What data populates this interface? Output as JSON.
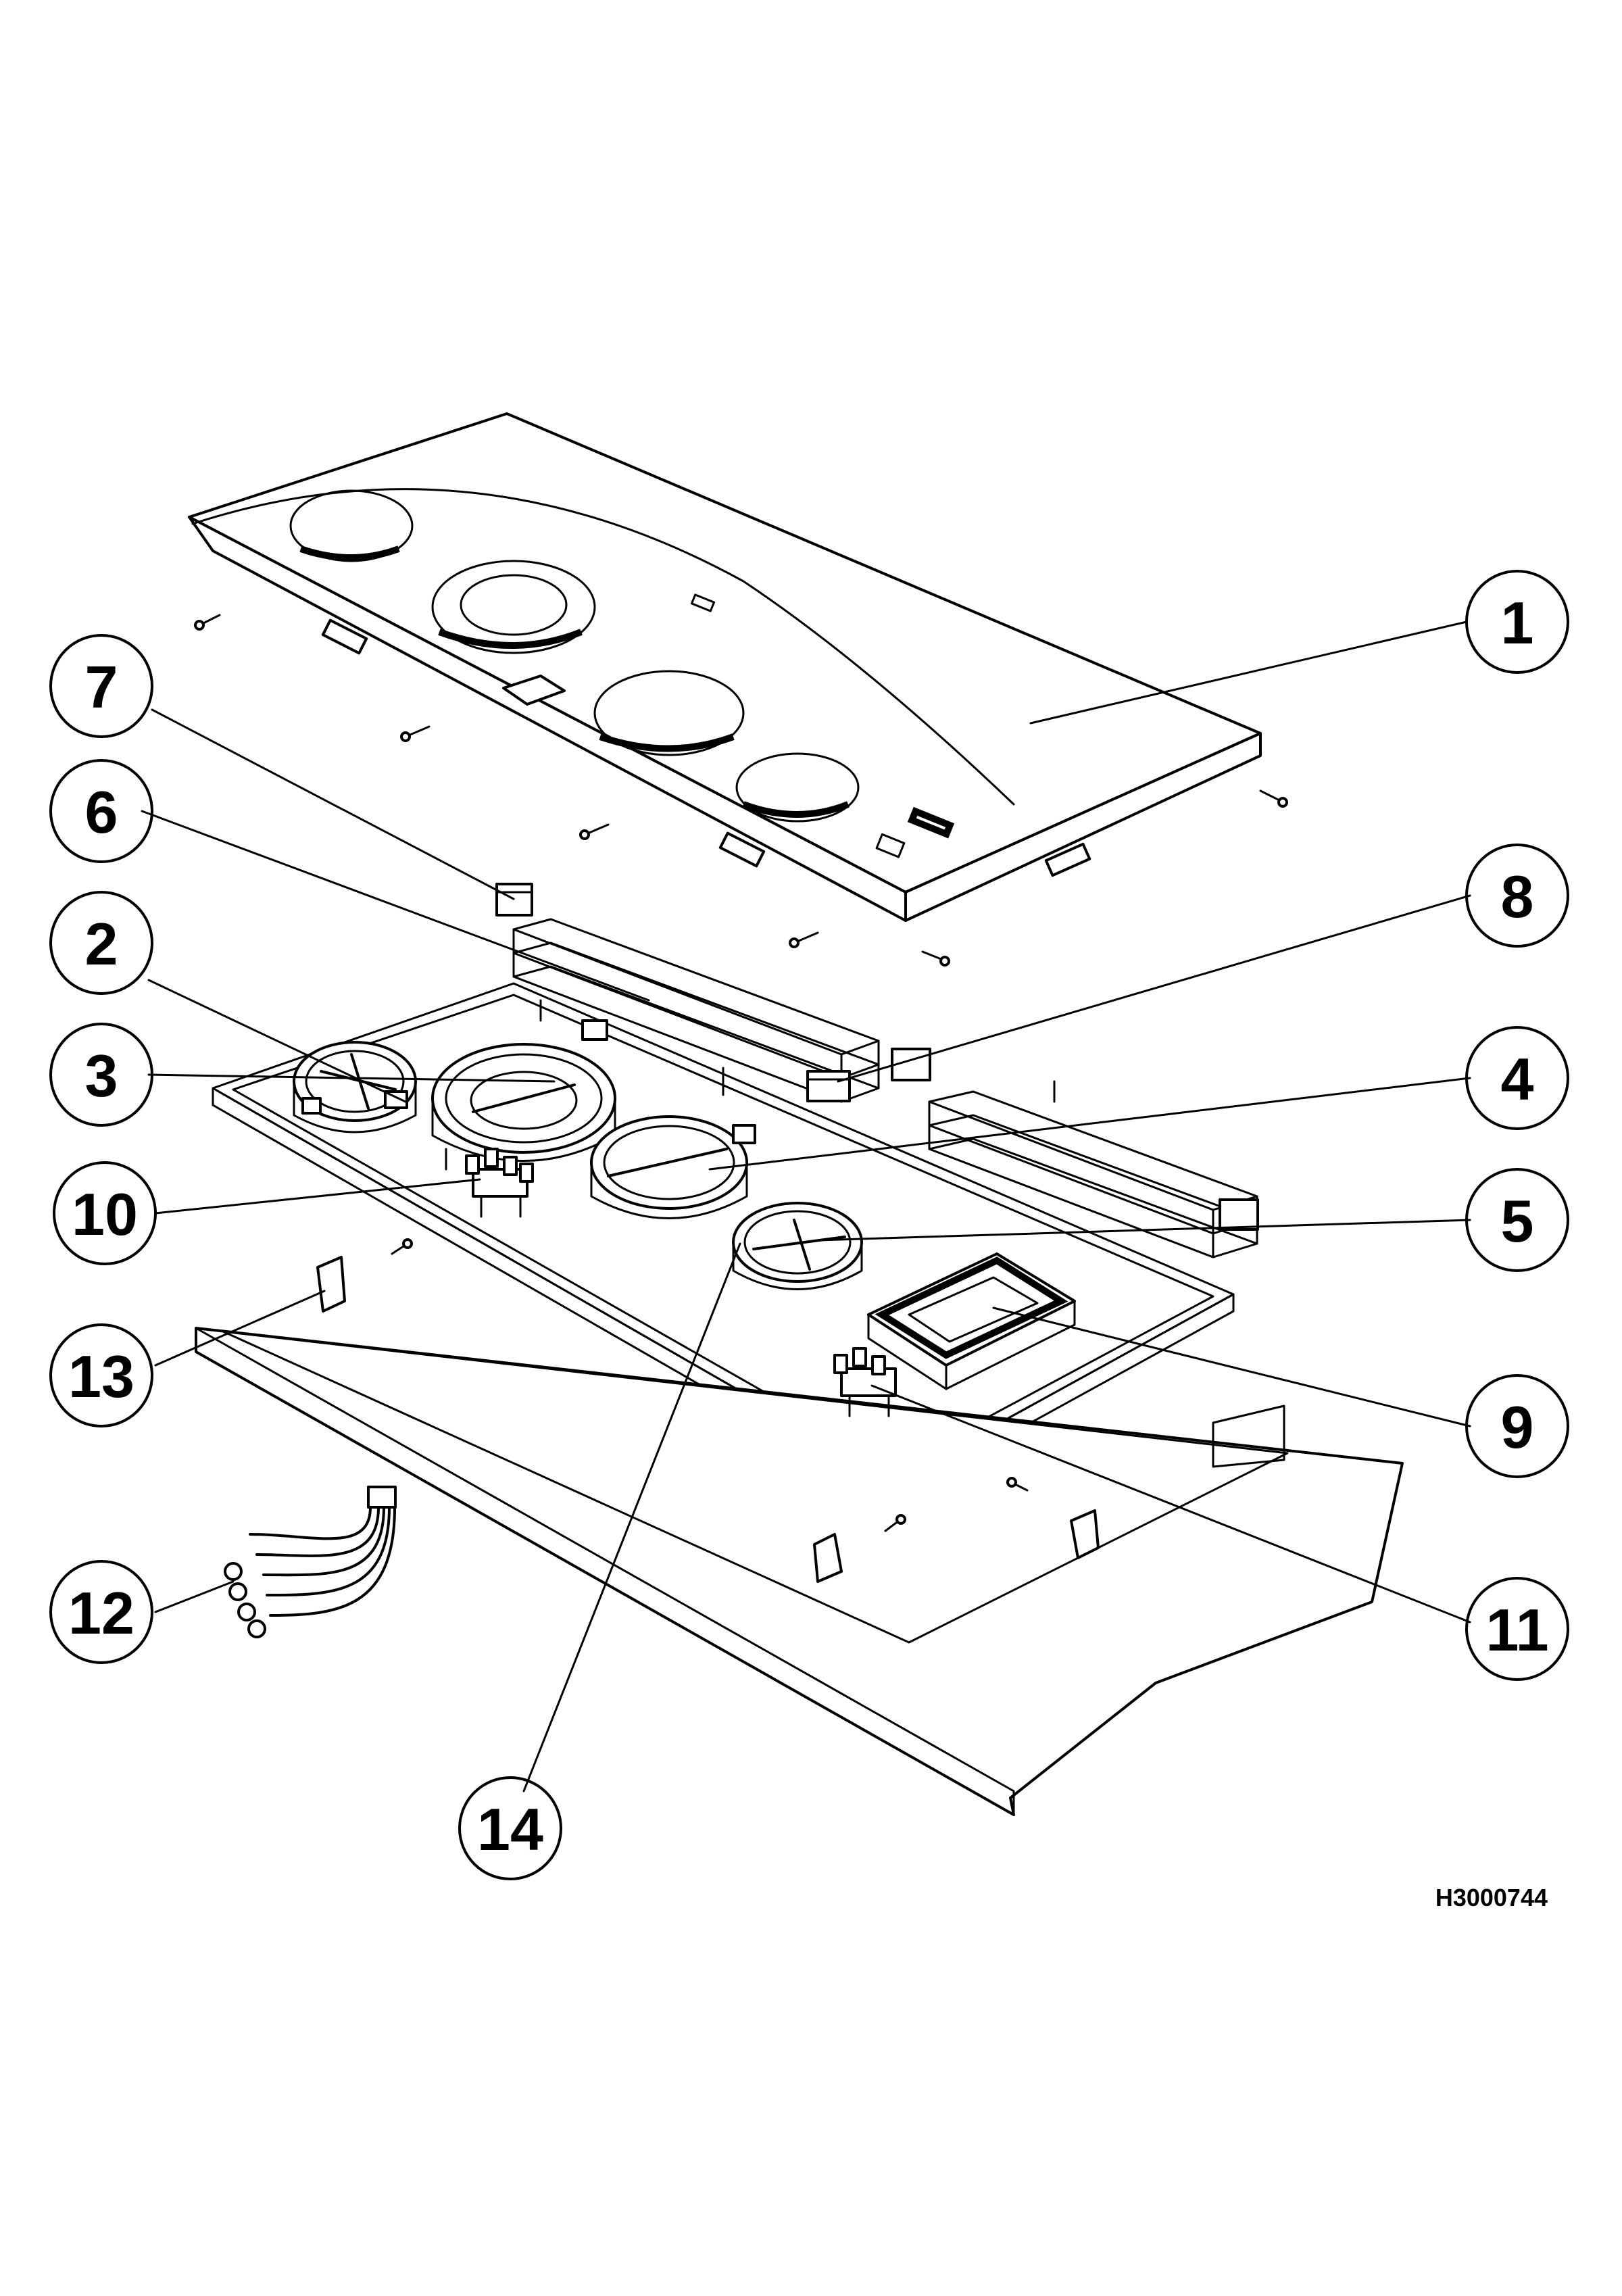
{
  "diagram": {
    "reference_code": "H3000744",
    "callouts": [
      {
        "id": "1",
        "label": "1"
      },
      {
        "id": "2",
        "label": "2"
      },
      {
        "id": "3",
        "label": "3"
      },
      {
        "id": "4",
        "label": "4"
      },
      {
        "id": "5",
        "label": "5"
      },
      {
        "id": "6",
        "label": "6"
      },
      {
        "id": "7",
        "label": "7"
      },
      {
        "id": "8",
        "label": "8"
      },
      {
        "id": "9",
        "label": "9"
      },
      {
        "id": "10",
        "label": "10"
      },
      {
        "id": "11",
        "label": "11"
      },
      {
        "id": "12",
        "label": "12"
      },
      {
        "id": "13",
        "label": "13"
      },
      {
        "id": "14",
        "label": "14"
      }
    ]
  }
}
